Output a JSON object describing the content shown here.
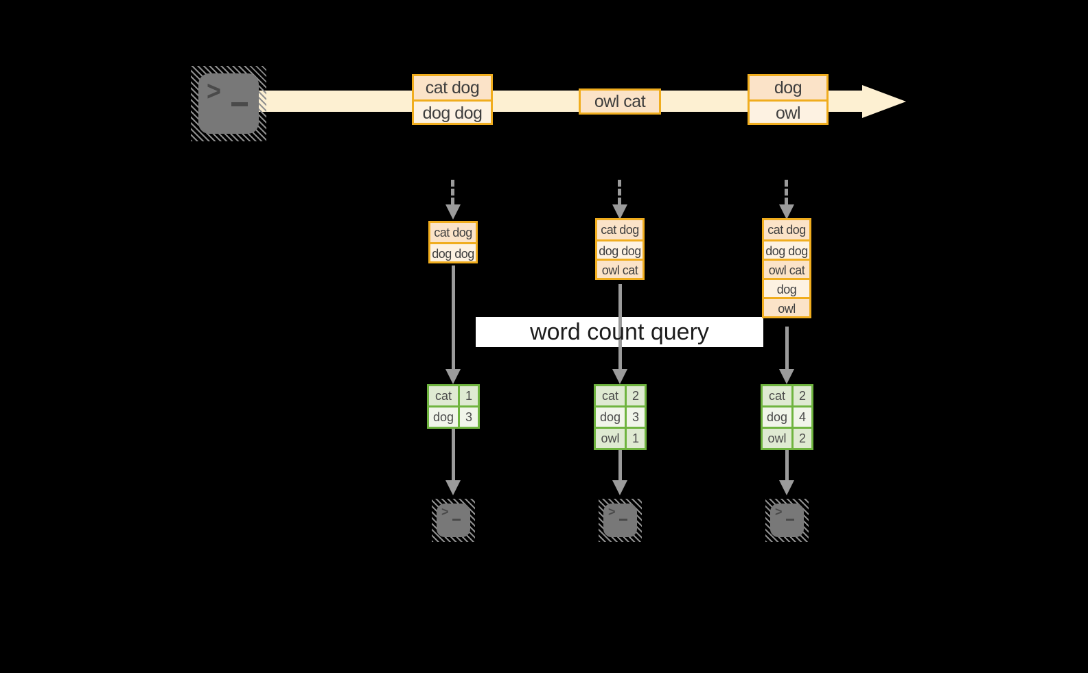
{
  "banner": {
    "label": "word count query"
  },
  "stream": {
    "events": [
      [
        "cat dog",
        "dog dog"
      ],
      [
        "owl cat"
      ],
      [
        "dog",
        "owl"
      ]
    ]
  },
  "columns": [
    {
      "buffer": [
        "cat dog",
        "dog dog"
      ],
      "counts": [
        {
          "word": "cat",
          "count": 1
        },
        {
          "word": "dog",
          "count": 3
        }
      ]
    },
    {
      "buffer": [
        "cat dog",
        "dog dog",
        "owl cat"
      ],
      "counts": [
        {
          "word": "cat",
          "count": 2
        },
        {
          "word": "dog",
          "count": 3
        },
        {
          "word": "owl",
          "count": 1
        }
      ]
    },
    {
      "buffer": [
        "cat dog",
        "dog dog",
        "owl cat",
        "dog",
        "owl"
      ],
      "counts": [
        {
          "word": "cat",
          "count": 2
        },
        {
          "word": "dog",
          "count": 4
        },
        {
          "word": "owl",
          "count": 2
        }
      ]
    }
  ],
  "icons": {
    "source": "terminal-prompt-icon",
    "sinks": [
      "terminal-prompt-icon",
      "terminal-prompt-icon",
      "terminal-prompt-icon"
    ],
    "stream_arrow": "right-arrow-icon",
    "ingest_arrows": "dashed-down-arrow-icon",
    "flow_arrows": "down-arrow-icon"
  },
  "colors": {
    "background": "#000000",
    "stream_band": "#fdf0d2",
    "event_border_gold": "#f0ad1e",
    "event_fill_peach": "#fbe3c8",
    "event_fill_cream": "#fdf2e2",
    "table_border_green": "#6fb43f",
    "table_fill_dark": "#dfead2",
    "table_fill_light": "#f1f5ea",
    "arrow_gray": "#9b9b9b",
    "terminal_gray": "#787878",
    "hatch_gray": "#8f8f8f",
    "banner_bg": "#ffffff",
    "text_dark": "#3e3e3e"
  }
}
